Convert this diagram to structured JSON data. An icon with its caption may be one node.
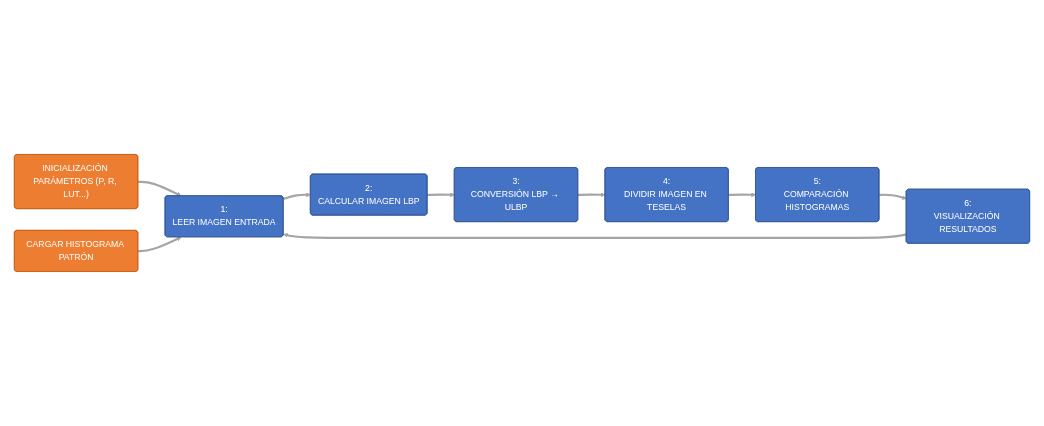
{
  "diagram": {
    "nodes": [
      {
        "text": [
          "INICIALIZACIÓN PARÁMETROS (P, R, LUT...)"
        ]
      },
      {
        "text": [
          "CARGAR HISTOGRAMA PATRÓN"
        ]
      },
      {
        "text": [
          "1:",
          "LEER IMAGEN ENTRADA"
        ]
      },
      {
        "text": [
          "2:",
          "CALCULAR IMAGEN LBP"
        ]
      },
      {
        "text": [
          "3:",
          "CONVERSIÓN LBP → ULBP"
        ]
      },
      {
        "text": [
          "4:",
          "DIVIDIR IMAGEN EN TESELAS"
        ]
      },
      {
        "text": [
          "5:",
          "COMPARACIÓN HISTOGRAMAS"
        ]
      },
      {
        "text": [
          "6:",
          "VISUALIZACIÓN RESULTADOS"
        ]
      }
    ],
    "edges": [
      {
        "from": 0,
        "to": 2,
        "arrow": "to"
      },
      {
        "from": 1,
        "to": 2,
        "arrow": "to"
      },
      {
        "from": 2,
        "to": 3,
        "arrow": "to"
      },
      {
        "from": 3,
        "to": 4,
        "arrow": "to"
      },
      {
        "from": 4,
        "to": 5,
        "arrow": "to"
      },
      {
        "from": 5,
        "to": 6,
        "arrow": "to"
      },
      {
        "from": 6,
        "to": 7,
        "arrow": "to"
      },
      {
        "from": 7,
        "to": 2,
        "arrow": "to"
      }
    ]
  }
}
